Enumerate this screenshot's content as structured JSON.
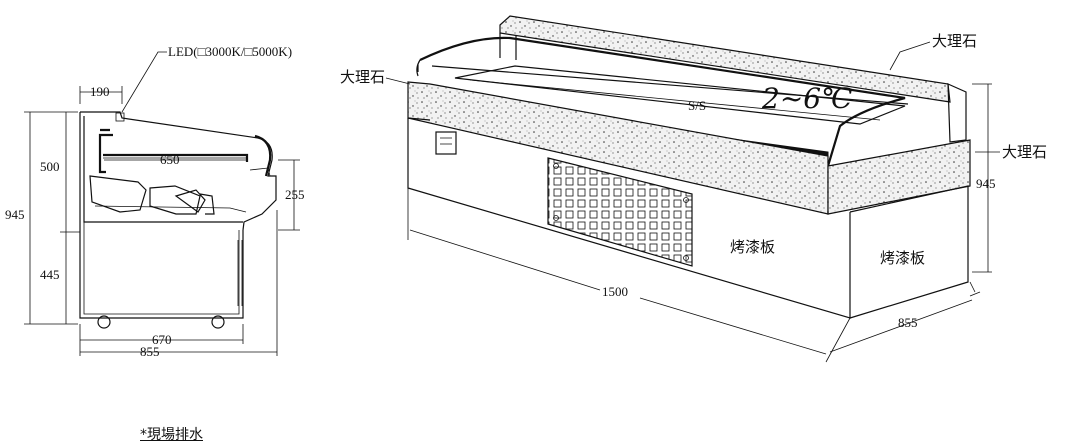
{
  "side_view": {
    "led_label": "LED(□3000K/□5000K)",
    "dim_190": "190",
    "dim_500": "500",
    "dim_650": "650",
    "dim_945": "945",
    "dim_255": "255",
    "dim_445": "445",
    "dim_670": "670",
    "dim_855": "855"
  },
  "perspective_view": {
    "marble_top": "大理石",
    "marble_left": "大理石",
    "marble_right": "大理石",
    "ss_label": "S/S",
    "temperature": "2~6℃",
    "panel_front": "烤漆板",
    "panel_side": "烤漆板",
    "dim_1500": "1500",
    "dim_855": "855",
    "dim_945": "945"
  },
  "note": "*現場排水"
}
